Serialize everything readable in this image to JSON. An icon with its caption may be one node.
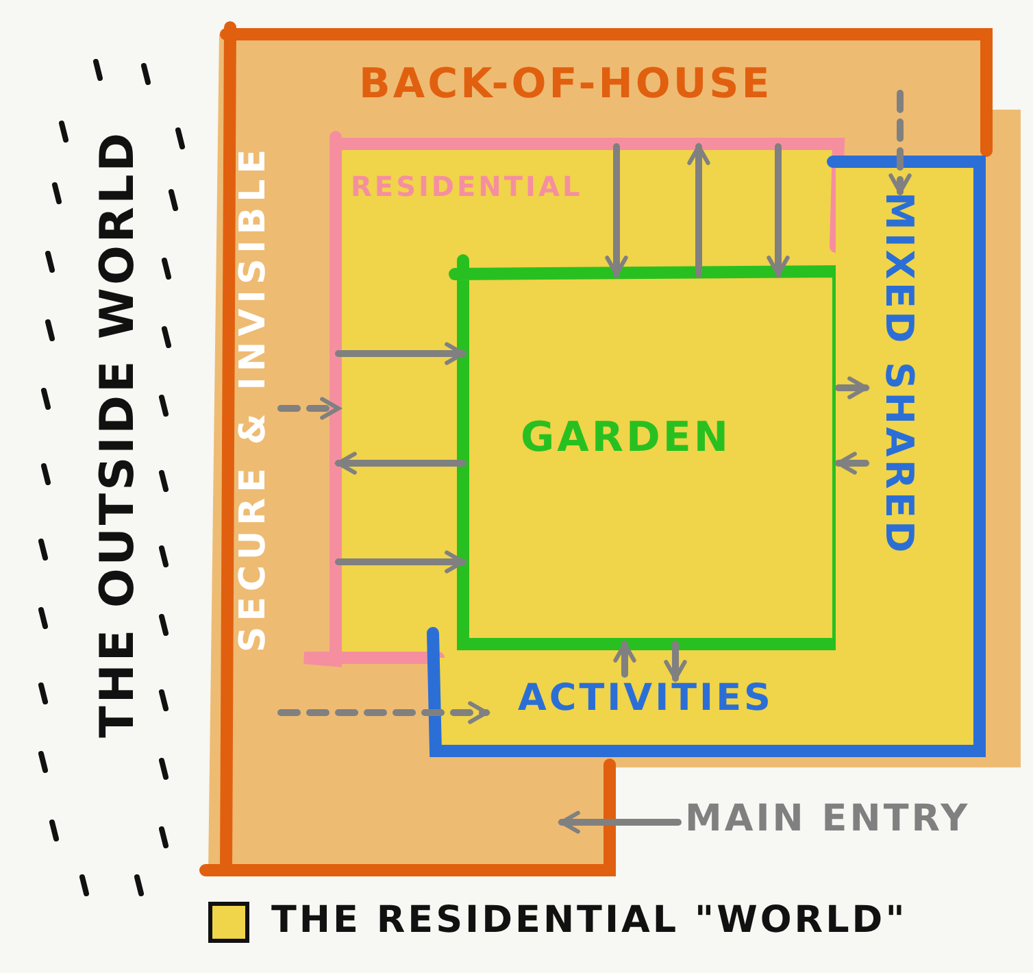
{
  "diagram": {
    "nodes": [
      {
        "text": [
          "BACK-OF-HOUSE",
          "SECURE & INVISIBLE"
        ]
      },
      {
        "text": [
          "RESIDENTIAL"
        ],
        "in": 0
      },
      {
        "text": [
          "GARDEN"
        ],
        "in": 1
      },
      {
        "text": [
          "MIXED SHARED",
          "ACTIVITIES"
        ],
        "in": 0
      },
      {
        "text": [
          "THE OUTSIDE WORLD"
        ]
      },
      {
        "text": [
          "MAIN ENTRY"
        ]
      }
    ],
    "edges": [
      {
        "from": 0,
        "to": 1,
        "arrow": "to",
        "style": "dashed"
      },
      {
        "from": 0,
        "to": 3,
        "arrow": "to",
        "style": "dashed"
      },
      {
        "from": 0,
        "to": 3,
        "arrow": "to",
        "style": "dashed"
      },
      {
        "from": 1,
        "to": 2,
        "arrow": "to"
      },
      {
        "from": 2,
        "to": 1,
        "arrow": "to"
      },
      {
        "from": 1,
        "to": 2,
        "arrow": "to"
      },
      {
        "from": 1,
        "to": 2,
        "arrow": "to"
      },
      {
        "from": 2,
        "to": 1,
        "arrow": "to"
      },
      {
        "from": 1,
        "to": 2,
        "arrow": "to"
      },
      {
        "from": 2,
        "to": 3,
        "arrow": "to"
      },
      {
        "from": 3,
        "to": 2,
        "arrow": "to"
      },
      {
        "from": 3,
        "to": 2,
        "arrow": "to"
      },
      {
        "from": 2,
        "to": 3,
        "arrow": "to"
      },
      {
        "from": 5,
        "to": 0,
        "arrow": "to"
      }
    ],
    "legend": [
      {
        "text": "THE RESIDENTIAL \"WORLD\"",
        "color": "#f0d44a"
      }
    ]
  }
}
